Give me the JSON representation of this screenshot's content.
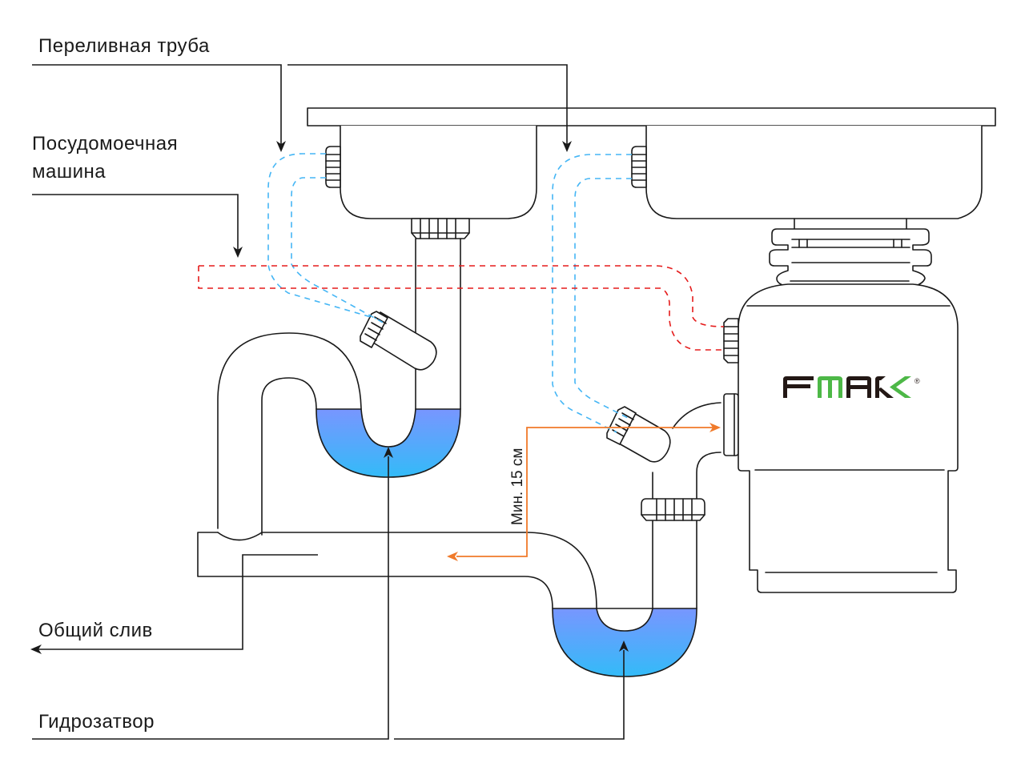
{
  "labels": {
    "overflow_pipe": "Переливная труба",
    "dishwasher_line1": "Посудомоечная",
    "dishwasher_line2": "машина",
    "common_drain": "Общий слив",
    "water_seal": "Гидрозатвор",
    "min_distance": "Мин. 15 см"
  },
  "brand": {
    "name": "FMARK",
    "registered_mark": "®",
    "color_dark": "#231815",
    "color_green": "#4db847"
  },
  "colors": {
    "overflow_line": "#45b6f5",
    "dishwasher_line": "#e51c1c",
    "dimension_line": "#f07a2a",
    "water_top": "#7896ff",
    "water_bottom": "#33bbf8",
    "outline": "#1a1a1a"
  }
}
